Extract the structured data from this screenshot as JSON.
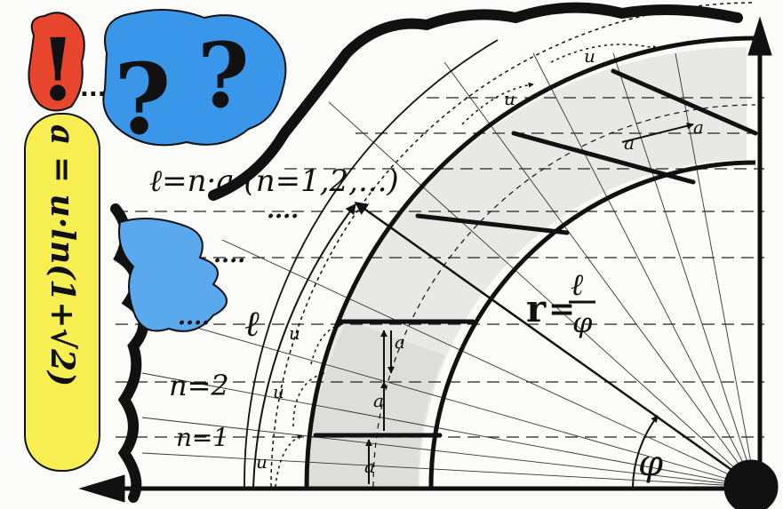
{
  "bubbles": {
    "exclaim": "!",
    "dots": "...",
    "question1": "?",
    "question2": "?",
    "colors": {
      "exclaim": "#e8452e",
      "question": "#3a96e8",
      "formula": "#f7ee52"
    }
  },
  "formula_vertical": "a = u·ln(1+√2)",
  "formula_length": "ℓ=n·a (n=1,2,...)",
  "radius_label": {
    "r": "r",
    "eq": "=",
    "num": "ℓ",
    "den": "φ"
  },
  "row_labels": {
    "ell": "ℓ",
    "n2": "n=2",
    "n1": "n=1"
  },
  "dots_left": "....",
  "phi": "φ",
  "small_labels": {
    "u": "u",
    "a": "a"
  }
}
